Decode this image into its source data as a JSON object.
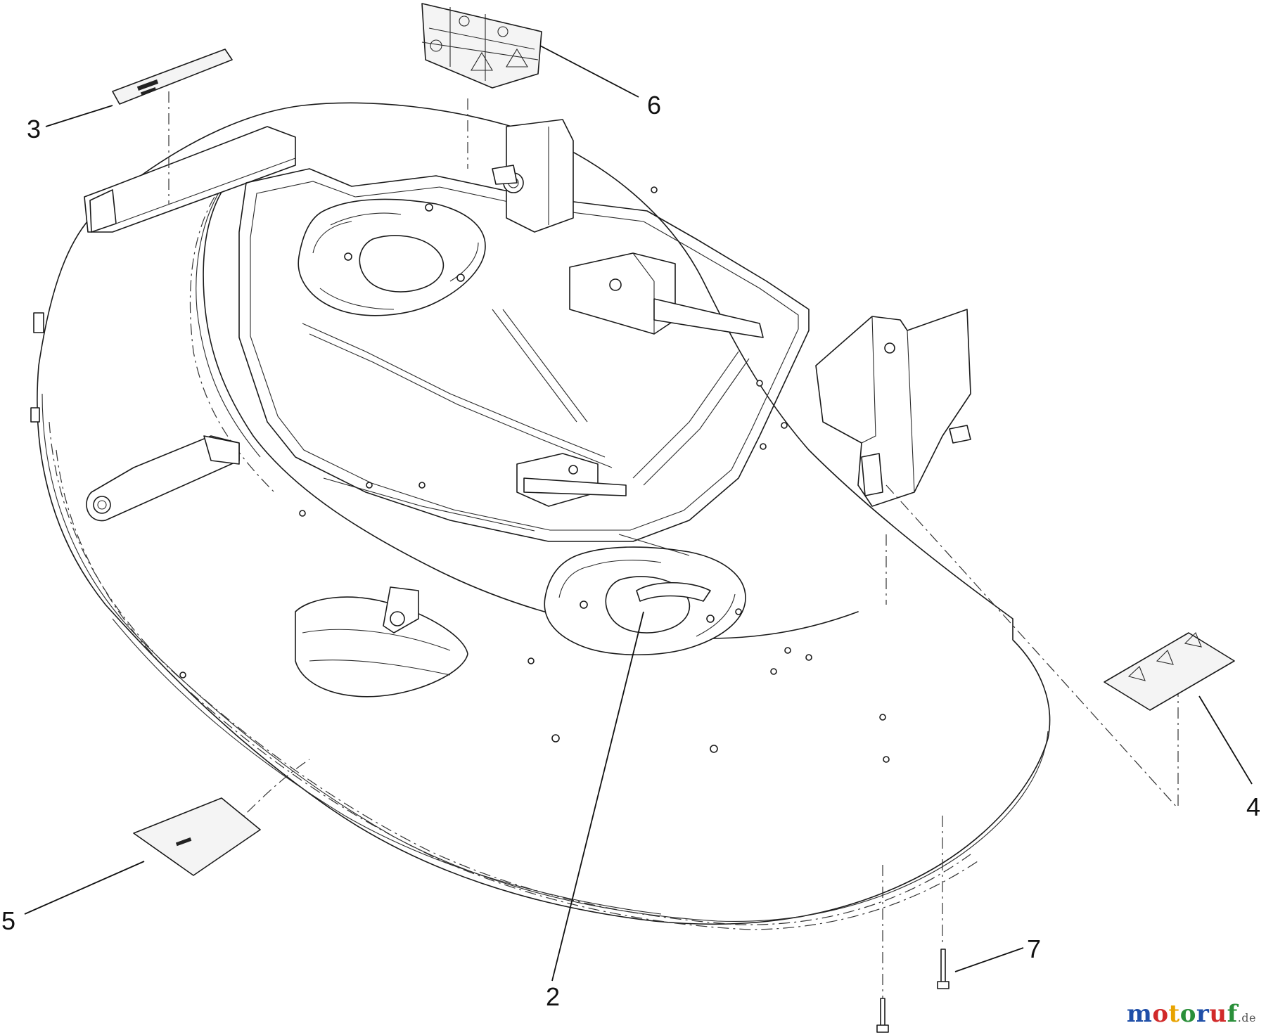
{
  "diagram": {
    "callouts": [
      "2",
      "3",
      "4",
      "5",
      "6",
      "7"
    ]
  },
  "watermark": {
    "letters": [
      "m",
      "o",
      "t",
      "o",
      "r",
      "u",
      "f"
    ],
    "suffix": ".de",
    "colors": [
      "#1f4fa8",
      "#d12a2a",
      "#e8a300",
      "#2a8f3a",
      "#1f4fa8",
      "#d12a2a",
      "#2a8f3a"
    ]
  }
}
